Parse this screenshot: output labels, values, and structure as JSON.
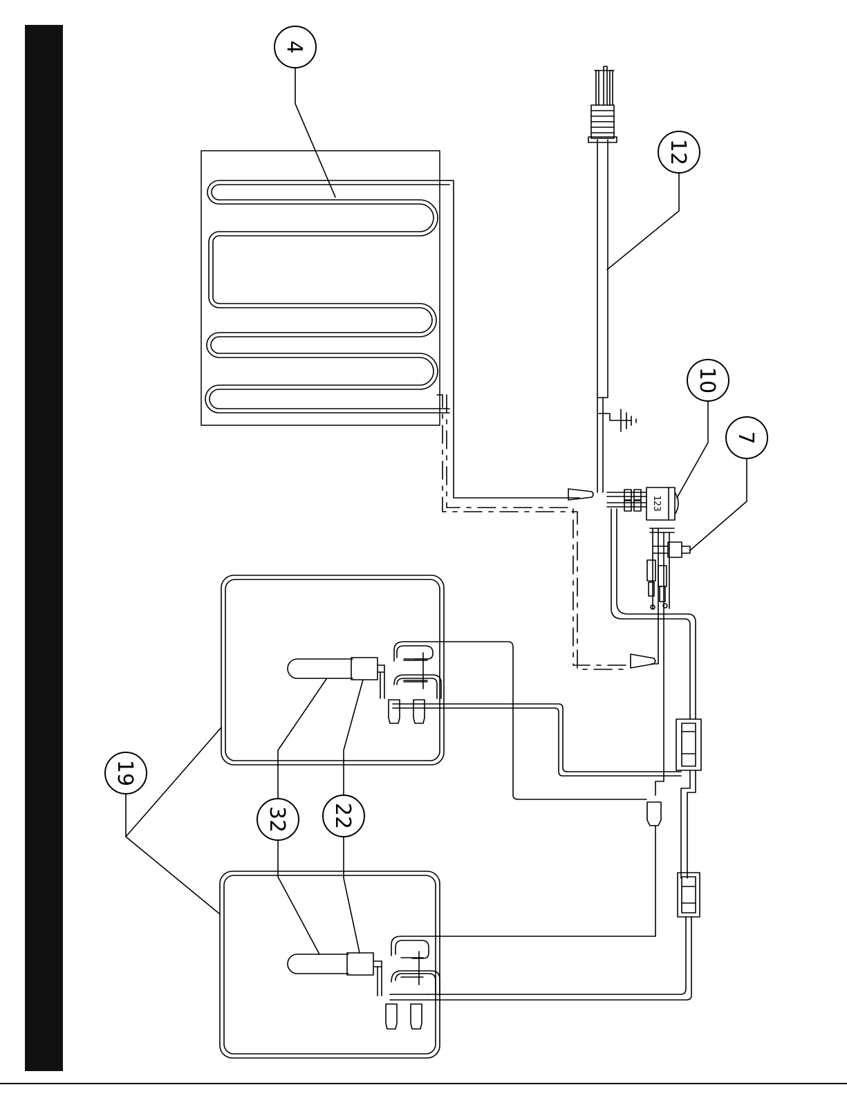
{
  "callouts": {
    "c4": "4",
    "c12": "12",
    "c10": "10",
    "c7": "7",
    "c19": "19",
    "c32": "32",
    "c22": "22"
  },
  "switch_label": "123"
}
